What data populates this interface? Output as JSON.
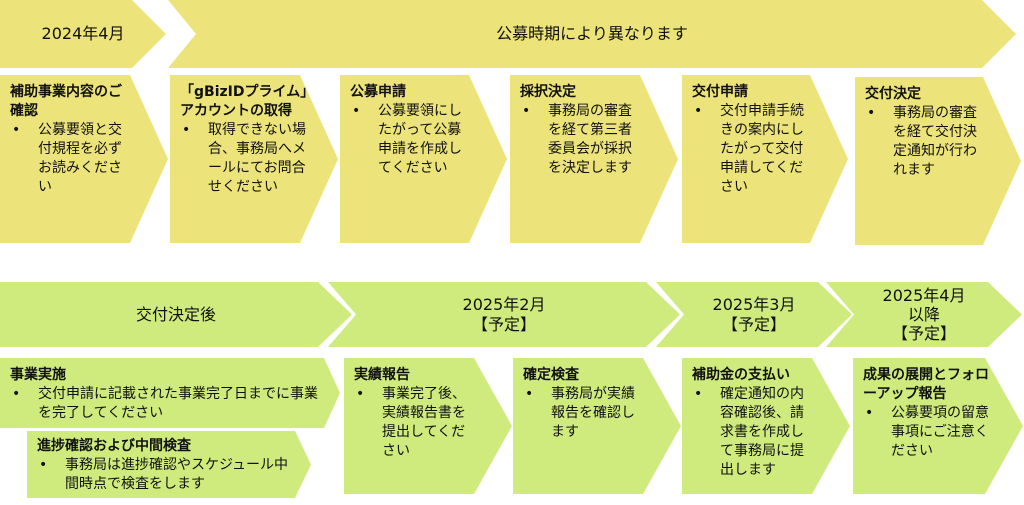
{
  "top": {
    "headers": [
      "2024年4月",
      "公募時期により異なります"
    ],
    "steps": [
      {
        "title": "補助事業内容のご確認",
        "bullet": "公募要領と交付規程を必ずお読みください"
      },
      {
        "title": "「gBizIDプライム」アカウントの取得",
        "bullet": "取得できない場合、事務局へメールにてお問合せください"
      },
      {
        "title": "公募申請",
        "bullet": "公募要領にしたがって公募申請を作成してください"
      },
      {
        "title": "採択決定",
        "bullet": "事務局の審査を経て第三者委員会が採択を決定します"
      },
      {
        "title": "交付申請",
        "bullet": "交付申請手続きの案内にしたがって交付申請してください"
      },
      {
        "title": "交付決定",
        "bullet": "事務局の審査を経て交付決定通知が行われます"
      }
    ]
  },
  "bottom": {
    "headers": [
      {
        "line1": "交付決定後",
        "line2": "",
        "line3": ""
      },
      {
        "line1": "2025年2月",
        "line2": "【予定】",
        "line3": ""
      },
      {
        "line1": "2025年3月",
        "line2": "【予定】",
        "line3": ""
      },
      {
        "line1": "2025年4月",
        "line2": "以降",
        "line3": "【予定】"
      }
    ],
    "steps": [
      {
        "title": "事業実施",
        "bullet": "交付申請に記載された事業完了日までに事業を完了してください"
      },
      {
        "title": "進捗確認および中間検査",
        "bullet": "事務局は進捗確認やスケジュール中間時点で検査をします"
      },
      {
        "title": "実績報告",
        "bullet": "事業完了後、実績報告書を提出してください"
      },
      {
        "title": "確定検査",
        "bullet": "事務局が実績報告を確認します"
      },
      {
        "title": "補助金の支払い",
        "bullet": "確定通知の内容確認後、請求書を作成して事務局に提出します"
      },
      {
        "title": "成果の展開とフォローアップ報告",
        "bullet": "公募要項の留意事項にご注意ください"
      }
    ]
  },
  "bullet_char": "•",
  "colors": {
    "yellow": "#ece47b",
    "green": "#cfeb7e"
  }
}
